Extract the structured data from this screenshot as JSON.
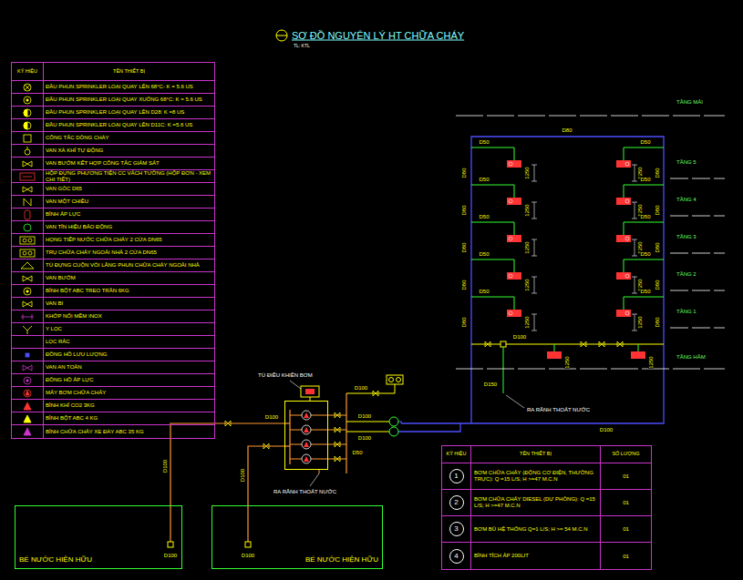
{
  "diagram": {
    "title": "SƠ ĐỒ NGUYÊN LÝ HT CHỮA CHÁY",
    "nodes": [
      {
        "text": [
          "BỂ NƯỚC HIỆN HỮU"
        ]
      },
      {
        "text": [
          "BỂ NƯỚC HIỆN HỮU"
        ]
      },
      {
        "text": [
          "TỦ ĐIỀU KHIỂN BƠM"
        ]
      }
    ],
    "edges": [
      {
        "from": 0,
        "to": 2,
        "arrow": "none",
        "label": "D100"
      },
      {
        "from": 1,
        "to": 2,
        "arrow": "none",
        "label": "D100"
      }
    ],
    "labels": [
      "TL: KTL",
      "KÝ HIỆU",
      "TÊN THIẾT BỊ",
      "KÝ HIỆU",
      "TÊN THIẾT BỊ",
      "SỐ LƯỢNG",
      "1",
      "BƠM CHỮA CHÁY (ĐỘNG CƠ ĐIỆN, THƯỜNG TRỰC): Q =15 L/S; H >=47 M.C.N",
      "01",
      "2",
      "BƠM CHỮA CHÁY DIESEL (DỰ PHÒNG): Q =15 L/S; H >=47 M.C.N",
      "01",
      "3",
      "BƠM BÙ HỆ THỐNG Q=1 L/S; H >= 54 M.C.N",
      "01",
      "4",
      "BÌNH TÍCH ÁP 200LIT",
      "01",
      "TẦNG MÁI",
      "TẦNG 5",
      "TẦNG 4",
      "TẦNG 3",
      "TẦNG 2",
      "TẦNG 1",
      "TẦNG HẦM",
      "D80",
      "D50",
      "D50",
      "1250",
      "1250",
      "D50",
      "D50",
      "1250",
      "1250",
      "D50",
      "D50",
      "1250",
      "1250",
      "D50",
      "D50",
      "1250",
      "1250",
      "D50",
      "D50",
      "1250",
      "1250",
      "D80",
      "D80",
      "D80",
      "D80",
      "D80",
      "D80",
      "D80",
      "D80",
      "D80",
      "D80",
      "D100",
      "1250",
      "1250",
      "D150",
      "RA RÃNH THOÁT NƯỚC",
      "D100",
      "D100",
      "D100",
      "D100",
      "D100",
      "D50",
      "RA RÃNH THOÁT NƯỚC",
      "D100",
      "D100"
    ],
    "legend": [
      {
        "text": "ĐẦU PHUN SPRINKLER LOẠI QUAY LÊN 68°C- K = 5.6 US"
      },
      {
        "text": "ĐẦU PHUN SPRINKLER LOẠI QUAY XUỐNG 68°C: K = 5.6 US"
      },
      {
        "text": "ĐẦU PHUN SPRINKLER LOẠI QUAY LÊN D28: K =8 US"
      },
      {
        "text": "ĐẦU PHUN SPRINKLER LOẠI QUAY LÊN D11C: K =5.6 US"
      },
      {
        "text": "CÔNG TẮC DÒNG CHẢY"
      },
      {
        "text": "VAN XẢ KHÍ TỰ ĐỘNG"
      },
      {
        "text": "VAN BƯỚM KẾT HỢP CÔNG TẮC GIÁM SÁT"
      },
      {
        "text": "HỘP ĐỰNG PHƯƠNG TIỆN CC VÁCH TƯỜNG (HỘP ĐƠN - XEM CHI TIẾT)"
      },
      {
        "text": "VAN GÓC D65"
      },
      {
        "text": "VAN MỘT CHIỀU"
      },
      {
        "text": "BÌNH ÁP LỰC"
      },
      {
        "text": "VAN TÍN HIỆU BÁO ĐỘNG"
      },
      {
        "text": "HỌNG TIẾP NƯỚC CHỮA CHÁY 2 CỬA DN65"
      },
      {
        "text": "TRỤ CHỮA CHÁY NGOÀI NHÀ 2 CỬA DN65"
      },
      {
        "text": "TỦ ĐỰNG CUỘN VÒI LĂNG PHUN CHỮA CHÁY NGOÀI NHÀ"
      },
      {
        "text": "VAN BƯỚM"
      },
      {
        "text": "BÌNH BỘT ABC TREO TRẦN 6KG"
      },
      {
        "text": "VAN BI"
      },
      {
        "text": "KHỚP NỐI MỀM INOX"
      },
      {
        "text": "Y LỌC"
      },
      {
        "text": "LỌC RÁC"
      },
      {
        "text": "ĐỒNG HỒ LƯU LƯỢNG"
      },
      {
        "text": "VAN AN TOÀN"
      },
      {
        "text": "ĐỒNG HỒ ÁP LỰC"
      },
      {
        "text": "MÁY BƠM CHỮA CHÁY"
      },
      {
        "text": "BÌNH KHÍ CO2 3KG"
      },
      {
        "text": "BÌNH BỘT ABC 4 KG"
      },
      {
        "text": "BÌNH CHỮA CHÁY XE ĐẨY ABC 35 KG"
      }
    ]
  }
}
